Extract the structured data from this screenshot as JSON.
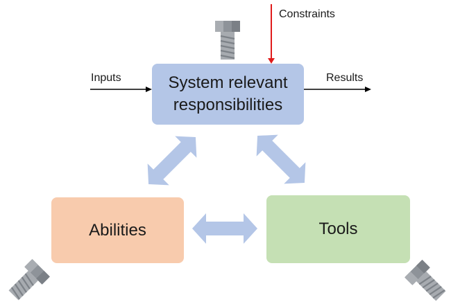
{
  "diagram": {
    "center": {
      "line1": "System relevant",
      "line2": "responsibilities"
    },
    "left_box": "Abilities",
    "right_box": "Tools",
    "input_label": "Inputs",
    "output_label": "Results",
    "constraint_label": "Constraints"
  },
  "colors": {
    "system_fill": "#b4c6e7",
    "abilities_fill": "#f8cbad",
    "tools_fill": "#c5e0b4",
    "double_arrow": "#b4c6e7",
    "constraint_arrow": "#e01b1b",
    "flow_arrow": "#000000",
    "bolt": "#9ea3a8"
  },
  "icons": [
    "bolt-top-icon",
    "bolt-bottom-left-icon",
    "bolt-bottom-right-icon"
  ]
}
